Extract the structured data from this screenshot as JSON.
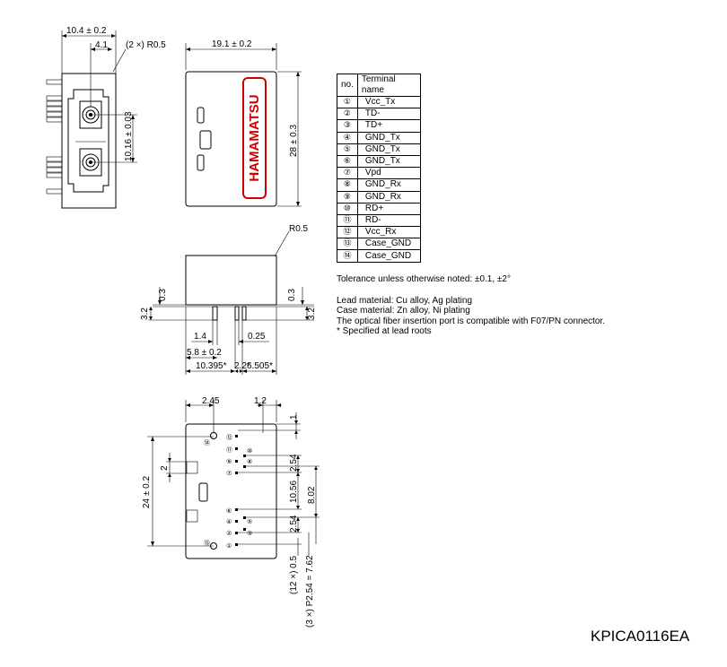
{
  "dimensions": {
    "width_10_4": "10.4 ± 0.2",
    "d_4_1": "4.1",
    "radius_2x": "(2 ×) R0.5",
    "width_19_1": "19.1 ± 0.2",
    "pitch_10_16": "10.16 ± 0.03",
    "height_28": "28 ± 0.3",
    "radius_r05": "R0.5",
    "d_0_3_left": "0.3",
    "d_3_2_left": "3.2",
    "d_0_3_right": "0.3",
    "d_3_2_right": "3.2",
    "d_1_4": "1.4",
    "d_0_25": "0.25",
    "d_5_8": "5.8 ± 0.2",
    "d_10_395": "10.395*",
    "d_2_2": "2.2*",
    "d_6_505": "6.505*",
    "d_2_45": "2.45",
    "d_1_2": "1.2",
    "d_1": "1",
    "d_2": "2",
    "d_24": "24 ± 0.2",
    "d_2_54_a": "2.54",
    "d_10_56": "10.56",
    "d_8_02": "8.02",
    "d_2_54_b": "2.54",
    "lead_12x": "(12 ×) 0.5",
    "pitch_3x": "(3 ×) P2.54 = 7.62"
  },
  "brand": "HAMAMATSU",
  "pin_markers": [
    "①",
    "②",
    "③",
    "④",
    "⑤",
    "⑥",
    "⑦",
    "⑧",
    "⑨",
    "⑩",
    "⑪",
    "⑫",
    "⑬",
    "⑭"
  ],
  "terminal_table": {
    "header_no": "no.",
    "header_name": "Terminal name",
    "rows": [
      {
        "no": "①",
        "name": "Vcc_Tx"
      },
      {
        "no": "②",
        "name": "TD-"
      },
      {
        "no": "③",
        "name": "TD+"
      },
      {
        "no": "④",
        "name": "GND_Tx"
      },
      {
        "no": "⑤",
        "name": "GND_Tx"
      },
      {
        "no": "⑥",
        "name": "GND_Tx"
      },
      {
        "no": "⑦",
        "name": "Vpd"
      },
      {
        "no": "⑧",
        "name": "GND_Rx"
      },
      {
        "no": "⑨",
        "name": "GND_Rx"
      },
      {
        "no": "⑩",
        "name": "RD+"
      },
      {
        "no": "⑪",
        "name": "RD-"
      },
      {
        "no": "⑫",
        "name": "Vcc_Rx"
      },
      {
        "no": "⑬",
        "name": "Case_GND"
      },
      {
        "no": "⑭",
        "name": "Case_GND"
      }
    ]
  },
  "notes": {
    "tolerance": "Tolerance unless otherwise noted: ±0.1, ±2°",
    "lead_material": "Lead material: Cu alloy, Ag plating",
    "case_material": "Case material: Zn alloy, Ni plating",
    "fiber": "The optical fiber insertion port is compatible with F07/PN connector.",
    "footnote": "* Specified at lead roots"
  },
  "drawing_code": "KPICA0116EA"
}
